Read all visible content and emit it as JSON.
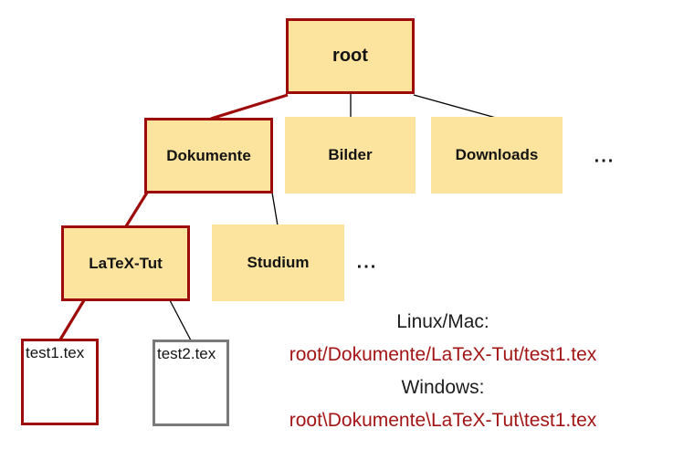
{
  "diagram": {
    "type": "file-system-tree",
    "nodes": {
      "root": {
        "label": "root",
        "kind": "folder",
        "highlighted": true
      },
      "dokumente": {
        "label": "Dokumente",
        "kind": "folder",
        "highlighted": true
      },
      "bilder": {
        "label": "Bilder",
        "kind": "folder",
        "highlighted": false
      },
      "downloads": {
        "label": "Downloads",
        "kind": "folder",
        "highlighted": false
      },
      "row2_ellipsis": {
        "label": "...",
        "kind": "more-indicator"
      },
      "latex_tut": {
        "label": "LaTeX-Tut",
        "kind": "folder",
        "highlighted": true
      },
      "studium": {
        "label": "Studium",
        "kind": "folder",
        "highlighted": false
      },
      "row3_ellipsis": {
        "label": "...",
        "kind": "more-indicator"
      },
      "test1": {
        "label": "test1.tex",
        "kind": "file",
        "highlighted": true
      },
      "test2": {
        "label": "test2.tex",
        "kind": "file",
        "highlighted": false
      }
    },
    "edges": [
      {
        "from": "root",
        "to": "dokumente",
        "highlighted": true
      },
      {
        "from": "root",
        "to": "bilder",
        "highlighted": false
      },
      {
        "from": "root",
        "to": "downloads",
        "highlighted": false
      },
      {
        "from": "dokumente",
        "to": "latex_tut",
        "highlighted": true
      },
      {
        "from": "dokumente",
        "to": "studium",
        "highlighted": false
      },
      {
        "from": "latex_tut",
        "to": "test1",
        "highlighted": true
      },
      {
        "from": "latex_tut",
        "to": "test2",
        "highlighted": false
      }
    ]
  },
  "annotation": {
    "linux_label": "Linux/Mac:",
    "linux_path": "root/Dokumente/LaTeX-Tut/test1.tex",
    "windows_label": "Windows:",
    "windows_path": "root\\Dokumente\\LaTeX-Tut\\test1.tex"
  },
  "colors": {
    "node_fill": "#fce49e",
    "highlight_border": "#9e0b0b",
    "muted_border": "#7a7a7a",
    "edge_default": "#000000",
    "path_text": "#a31515",
    "background": "#ffffff"
  }
}
